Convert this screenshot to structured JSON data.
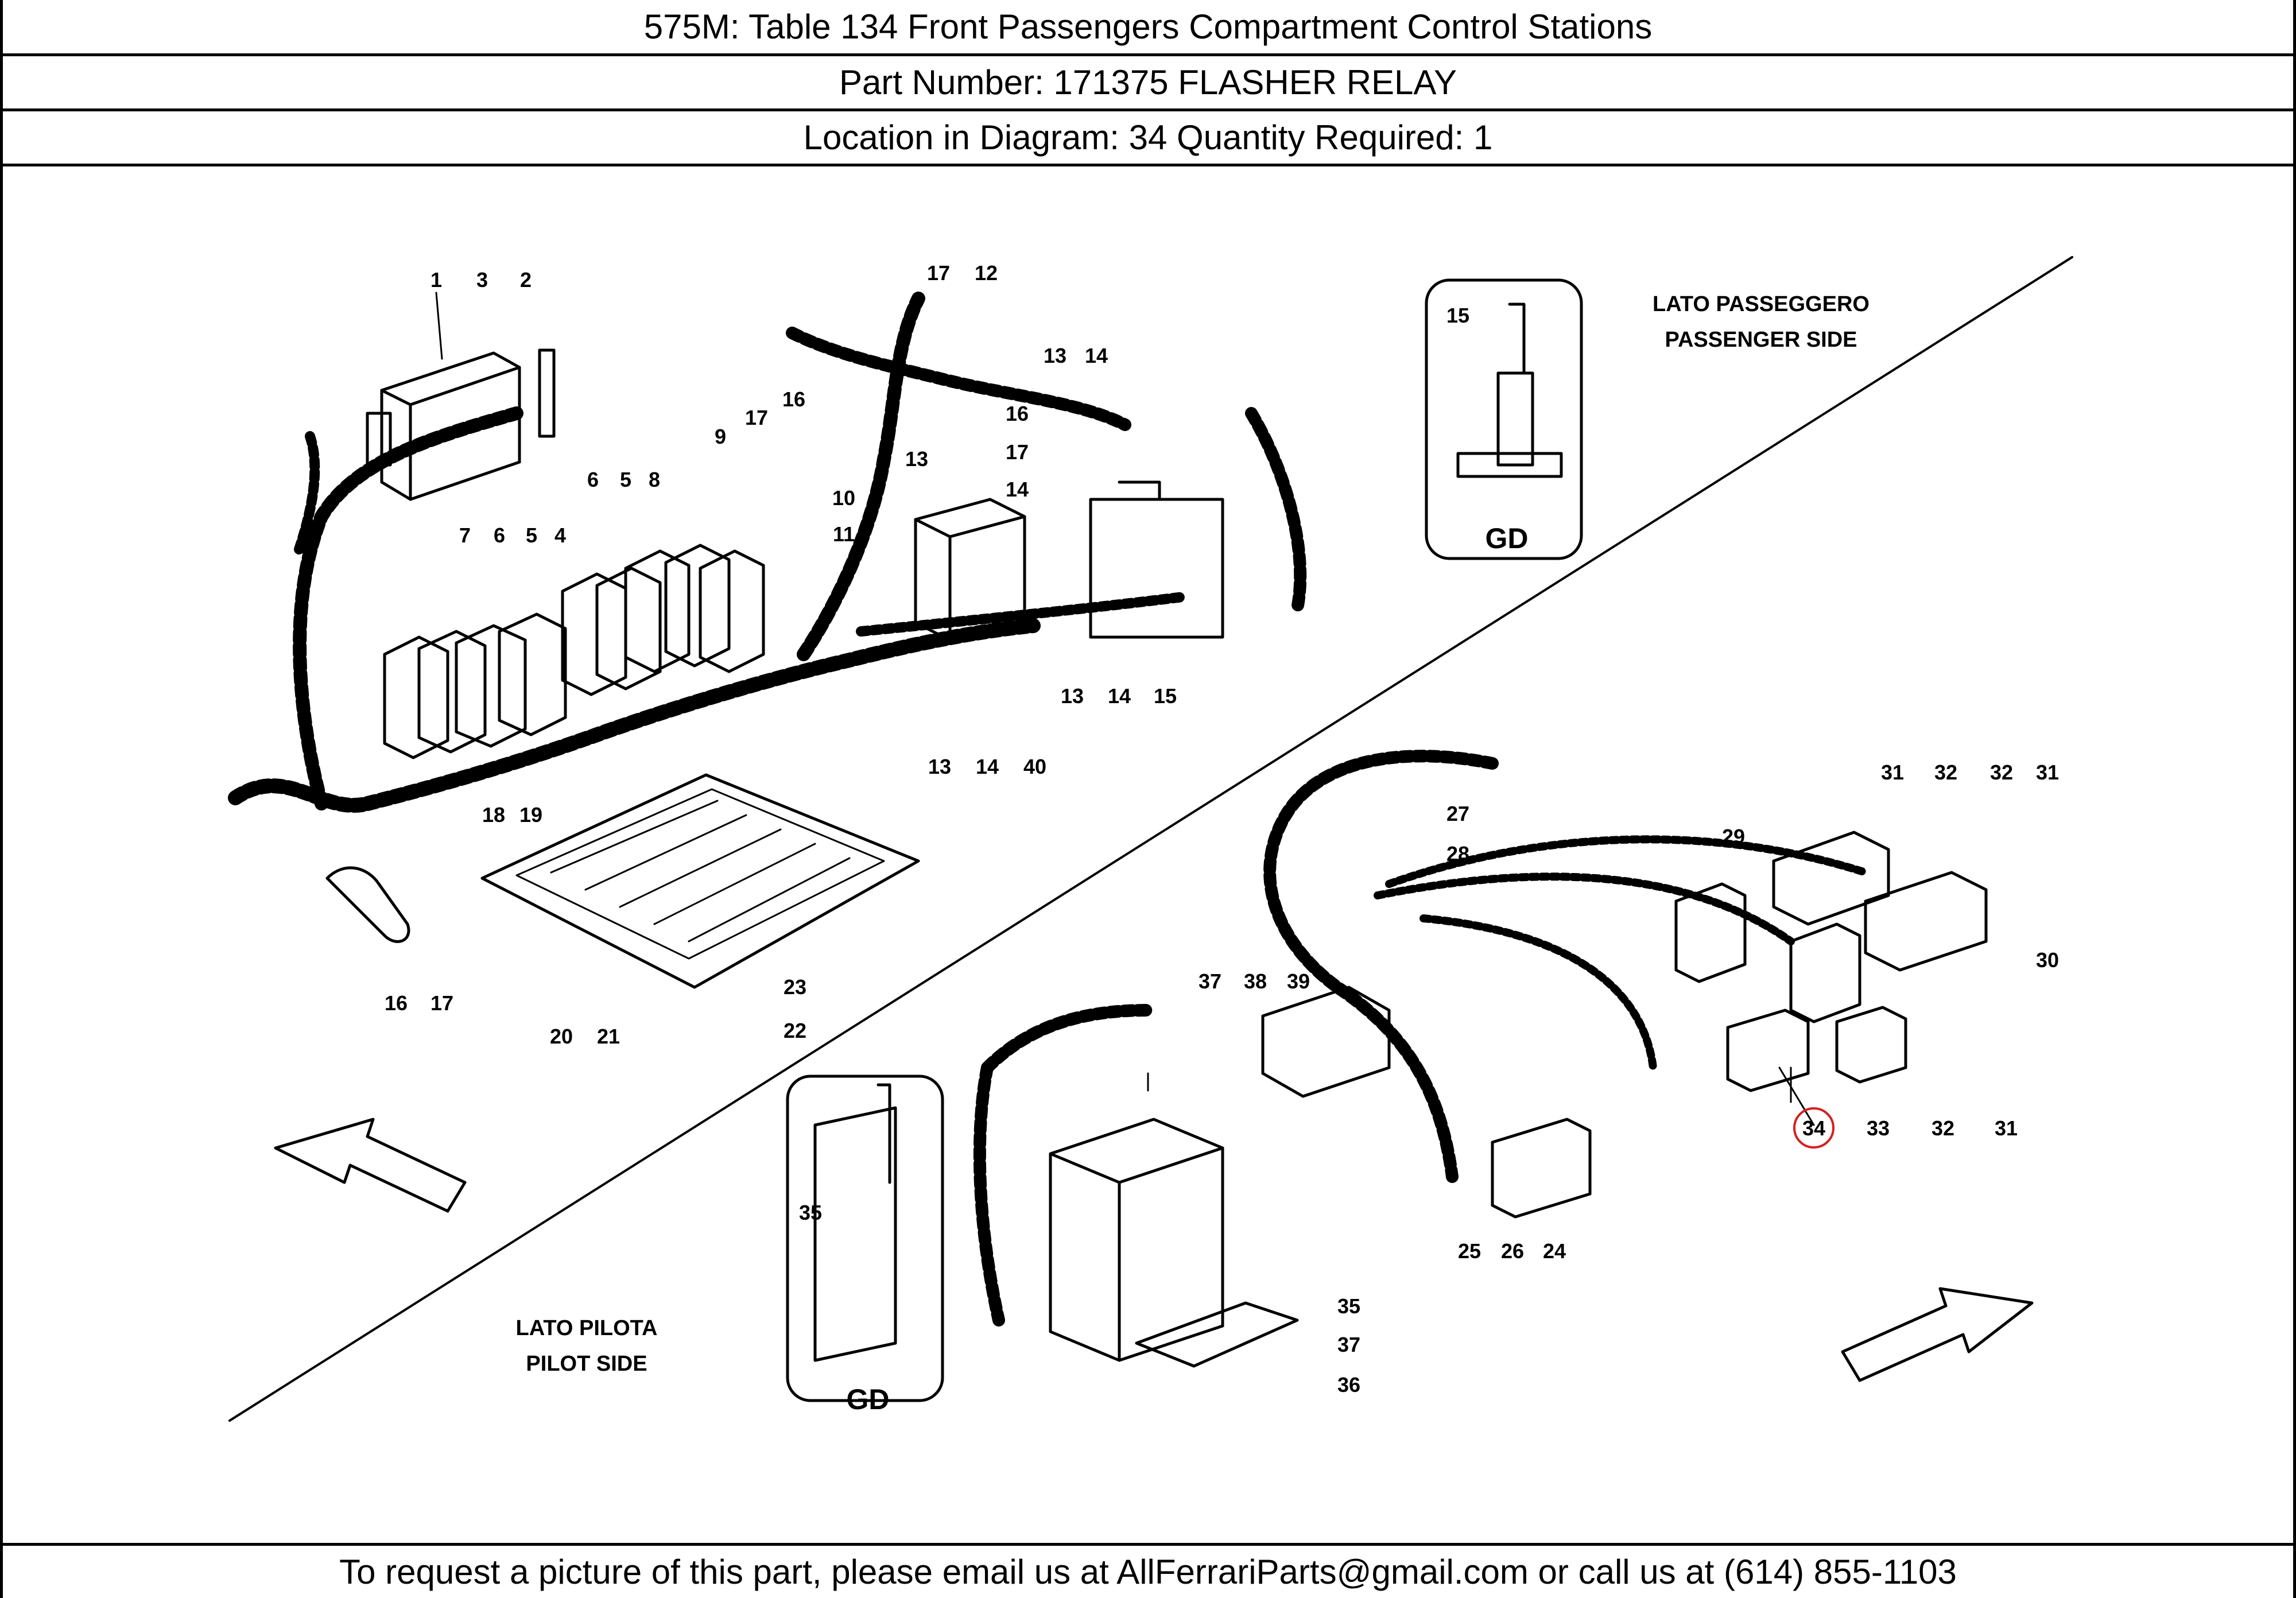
{
  "header": {
    "title": "575M:   Table 134 Front Passengers Compartment Control Stations",
    "part_number": "Part Number: 171375   FLASHER RELAY",
    "location": "Location in Diagram: 34   Quantity Required: 1"
  },
  "diagram": {
    "passenger_side_it": "LATO PASSEGGERO",
    "passenger_side_en": "PASSENGER SIDE",
    "pilot_side_it": "LATO PILOTA",
    "pilot_side_en": "PILOT SIDE",
    "detail_label": "GD",
    "highlight_color": "#d62020",
    "callouts": {
      "c1": "1",
      "c3": "3",
      "c2": "2",
      "c17a": "17",
      "c12": "12",
      "c13a": "13",
      "c14a": "14",
      "c15a": "15",
      "c16a": "16",
      "c17b": "17",
      "c9": "9",
      "c10": "10",
      "c11": "11",
      "c16b": "16",
      "c17c": "17",
      "c13b": "13",
      "c14b": "14",
      "c6a": "6",
      "c5a": "5",
      "c8": "8",
      "c7": "7",
      "c6b": "6",
      "c5b": "5",
      "c4": "4",
      "c13c": "13",
      "c14c": "14",
      "c40": "40",
      "c13d": "13",
      "c14d": "14",
      "c15b": "15",
      "c18": "18",
      "c19": "19",
      "c23": "23",
      "c22": "22",
      "c20": "20",
      "c21": "21",
      "c16c": "16",
      "c17d": "17",
      "c27": "27",
      "c28": "28",
      "c29": "29",
      "c31a": "31",
      "c32a": "32",
      "c32b": "32",
      "c31b": "31",
      "c30": "30",
      "c34": "34",
      "c33": "33",
      "c32c": "32",
      "c31c": "31",
      "c37a": "37",
      "c38": "38",
      "c39": "39",
      "c25": "25",
      "c26": "26",
      "c24": "24",
      "c35a": "35",
      "c35b": "35",
      "c37b": "37",
      "c36": "36"
    }
  },
  "footer": {
    "text": "To request a picture of this part, please email us at AllFerrariParts@gmail.com or call us at (614) 855-1103"
  }
}
